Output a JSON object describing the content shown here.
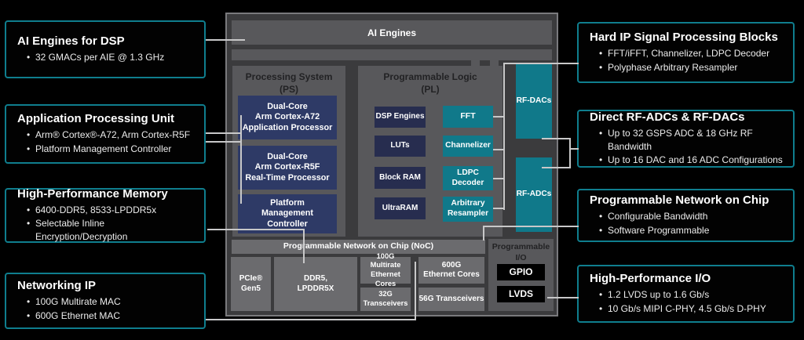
{
  "left_callouts": [
    {
      "title": "AI Engines for DSP",
      "bullets": [
        "32 GMACs per AIE @ 1.3 GHz"
      ]
    },
    {
      "title": "Application Processing Unit",
      "bullets": [
        "Arm® Cortex®-A72, Arm Cortex-R5F",
        "Platform Management Controller"
      ]
    },
    {
      "title": "High-Performance Memory",
      "bullets": [
        "6400-DDR5, 8533-LPDDR5x",
        "Selectable Inline Encryption/Decryption"
      ]
    },
    {
      "title": "Networking IP",
      "bullets": [
        "100G Multirate MAC",
        "600G Ethernet MAC"
      ]
    }
  ],
  "right_callouts": [
    {
      "title": "Hard IP Signal Processing Blocks",
      "bullets": [
        "FFT/iFFT, Channelizer, LDPC Decoder",
        "Polyphase Arbitrary Resampler"
      ]
    },
    {
      "title": "Direct RF-ADCs & RF-DACs",
      "bullets": [
        "Up to 32 GSPS ADC & 18 GHz RF Bandwidth",
        "Up to 16 DAC and 16 ADC Configurations"
      ]
    },
    {
      "title": "Programmable Network on Chip",
      "bullets": [
        "Configurable Bandwidth",
        "Software Programmable"
      ]
    },
    {
      "title": "High-Performance I/O",
      "bullets": [
        "1.2 LVDS up to 1.6 Gb/s",
        "10 Gb/s MIPI C-PHY, 4.5 Gb/s D-PHY"
      ]
    }
  ],
  "chip": {
    "ai_engines_label": "AI Engines",
    "ps_title": "Processing System\n(PS)",
    "ps_blocks": [
      "Dual-Core\nArm Cortex-A72\nApplication Processor",
      "Dual-Core\nArm Cortex-R5F\nReal-Time Processor",
      "Platform\nManagement\nController"
    ],
    "pl_title": "Programmable Logic\n(PL)",
    "pl_fabric_blocks": [
      "DSP Engines",
      "LUTs",
      "Block RAM",
      "UltraRAM"
    ],
    "pl_hardip_blocks": [
      "FFT",
      "Channelizer",
      "LDPC\nDecoder",
      "Arbitrary\nResampler"
    ],
    "rf_dacs_label": "RF-DACs",
    "rf_adcs_label": "RF-ADCs",
    "noc_label": "Programmable Network on Chip (NoC)",
    "pcie_label": "PCIe® Gen5",
    "ddr_label": "DDR5,\nLPDDR5X",
    "eth100_label": "100G Multirate\nEthernet Cores",
    "xcvr32_label": "32G Transceivers",
    "eth600_label": "600G\nEthernet Cores",
    "xcvr56_label": "56G Transceivers",
    "pio_title": "Programmable\nI/O",
    "gpio_label": "GPIO",
    "lvds_label": "LVDS"
  },
  "colors": {
    "callout_border_teal": "#0f7e8e",
    "hardip_teal": "#10798a",
    "ps_navy": "#2e3a66",
    "pl_navy": "#272d4f",
    "chip_gray": "#58585b",
    "io_gray": "#6b6b6e",
    "connector_gray": "#c8c8c9"
  }
}
